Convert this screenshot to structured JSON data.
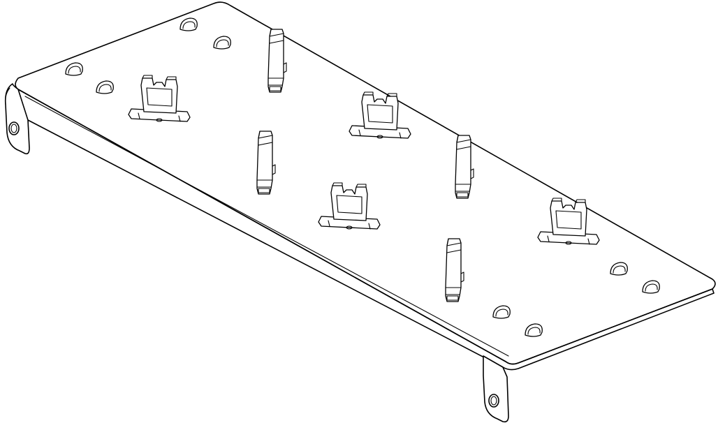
{
  "drawing": {
    "subject": "mounting-plate",
    "line_color": "#000000",
    "background_color": "#ffffff",
    "slot_count": 12,
    "clip_count": 4,
    "holder_count": 4
  }
}
